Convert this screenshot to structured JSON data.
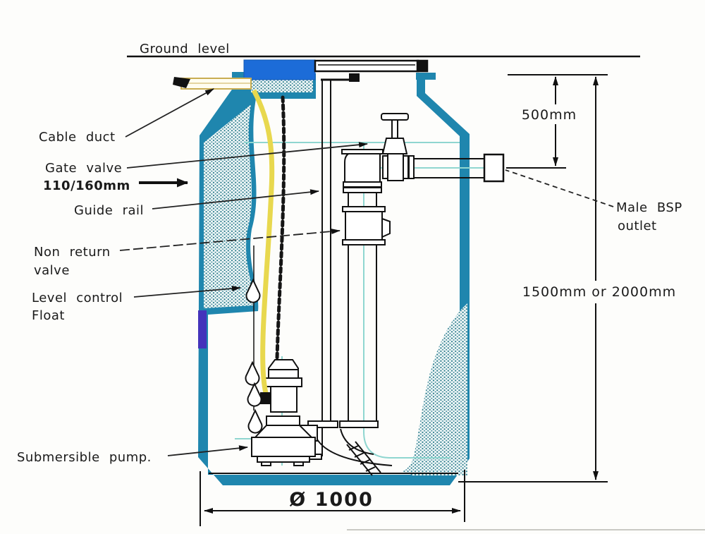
{
  "title": "Submersible pump station cutaway diagram",
  "labels": {
    "ground_level": "Ground level",
    "cable_duct": "Cable duct",
    "gate_valve": "Gate valve",
    "inlet_size": "110/160mm",
    "guide_rail": "Guide rail",
    "non_return_1": "Non return",
    "non_return_2": "valve",
    "level_control_1": "Level control",
    "level_control_2": "Float",
    "submersible_pump": "Submersible pump.",
    "male_bsp_1": "Male BSP",
    "male_bsp_2": "outlet"
  },
  "dimensions": {
    "cover_to_outlet": "500mm",
    "overall_depth": "1500mm or 2000mm",
    "diameter": "Ø 1000"
  },
  "colors": {
    "tank_wall": "#1f86ae",
    "cover": "#1c6cd8",
    "cable": "#e8d84e",
    "centerline": "#8fd6d0",
    "accent_purple": "#4433bb",
    "stipple_dot": "#2e7d8c",
    "stipple_bg": "#f2f9f9",
    "duct_outline": "#c9ad52",
    "line": "#1a1a1a"
  }
}
